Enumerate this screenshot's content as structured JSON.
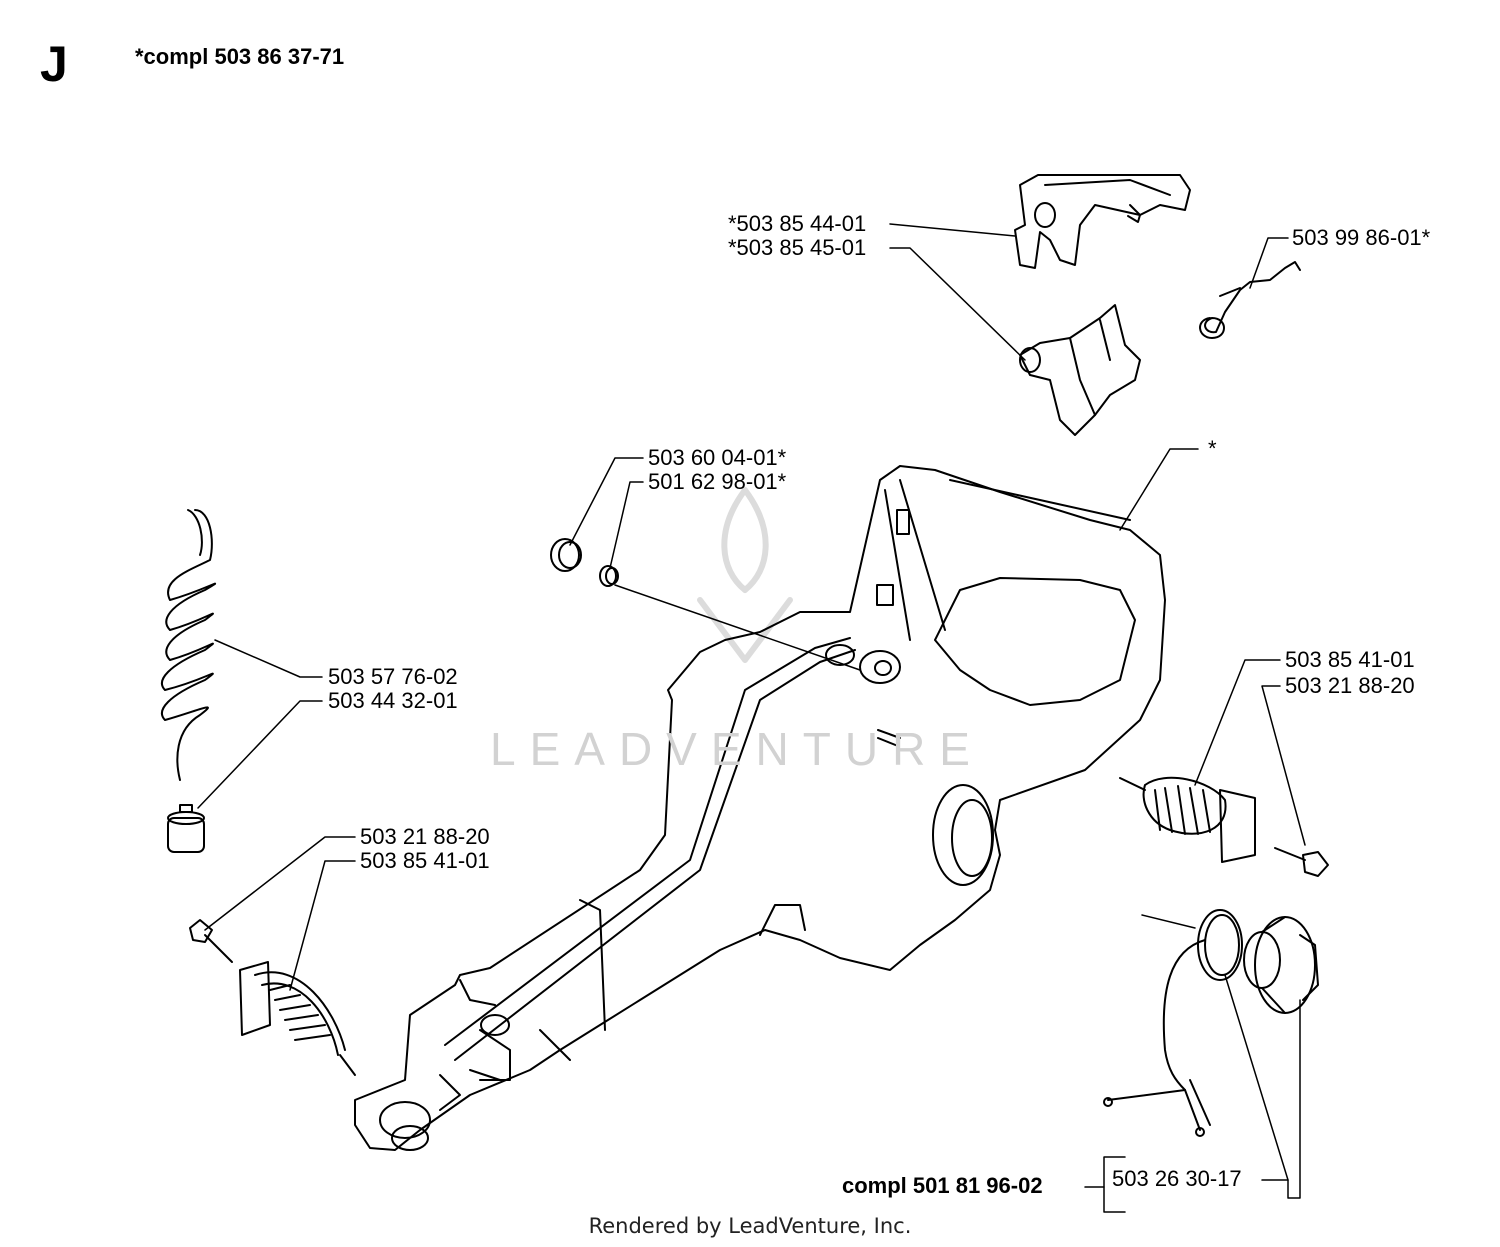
{
  "section_letter": "J",
  "assembly_ref": "*compl 503 86 37-71",
  "parts": {
    "p1": "*503 85 44-01",
    "p2": "*503 85 45-01",
    "p3": "503 99 86-01*",
    "p4": "503 60 04-01*",
    "p5": "501 62 98-01*",
    "p6": "*",
    "p7": "503 57 76-02",
    "p8": "503 44 32-01",
    "p9": "503 85 41-01",
    "p10": "503 21 88-20",
    "p11": "503 21 88-20",
    "p12": "503 85 41-01",
    "p13": "503 26 30-17"
  },
  "cap_assembly": "compl 501 81 96-02",
  "watermark": "LEADVENTURE",
  "footer": "Rendered by LeadVenture, Inc."
}
